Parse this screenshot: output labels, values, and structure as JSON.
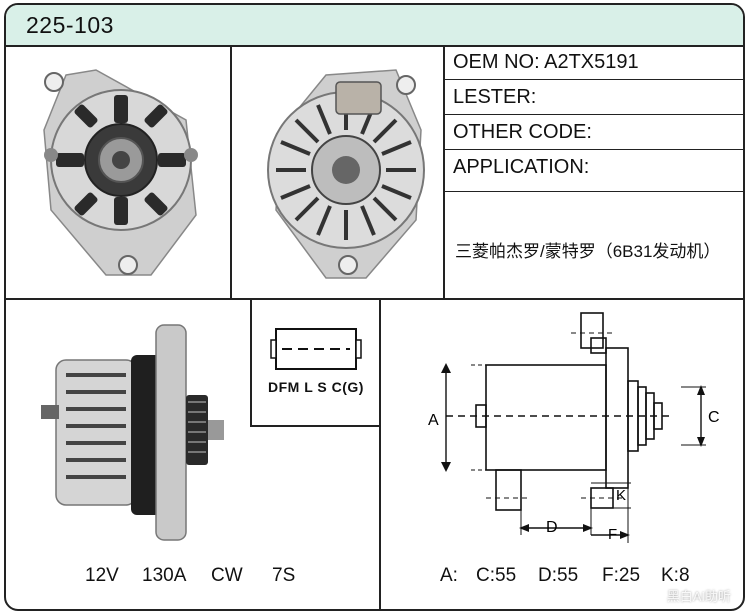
{
  "header": {
    "part_code": "225-103",
    "background": "#d9f0e8"
  },
  "info": {
    "oem_no": "OEM NO: A2TX5191",
    "lester": "LESTER:",
    "other_code": "OTHER CODE:",
    "application": "APPLICATION:",
    "application_value": "三菱帕杰罗/蒙特罗（6B31发动机）"
  },
  "connector": {
    "pins_label": "DFM L S C(G)"
  },
  "specs": {
    "voltage": "12V",
    "amperage": "130A",
    "rotation": "CW",
    "pulley": "7S"
  },
  "dimensions": {
    "a_label": "A:",
    "c": "C:55",
    "d": "D:55",
    "f": "F:25",
    "k": "K:8"
  },
  "drawing_labels": {
    "a": "A",
    "c": "C",
    "d": "D",
    "f": "F",
    "k": "K"
  },
  "watermark": "黑白AI助听"
}
